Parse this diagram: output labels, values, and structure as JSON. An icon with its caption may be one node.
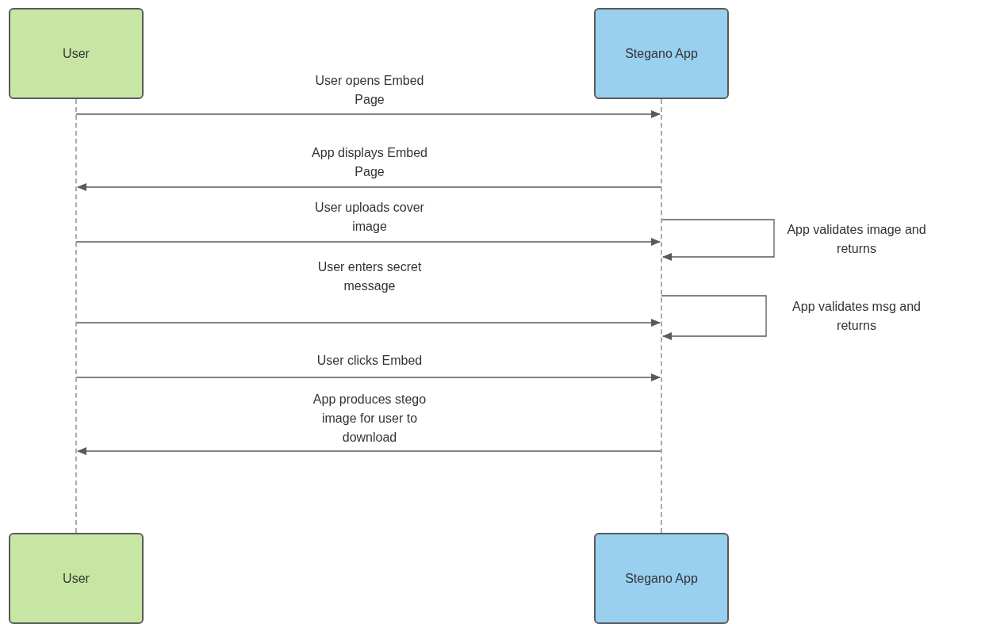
{
  "diagram": {
    "nodes": [
      {
        "text": [
          "User"
        ]
      },
      {
        "text": [
          "Stegano App"
        ]
      },
      {
        "text": [
          "User"
        ]
      },
      {
        "text": [
          "Stegano App"
        ]
      },
      {
        "text": [],
        "shape": "line"
      },
      {
        "text": [],
        "shape": "line"
      }
    ],
    "edges": [
      {
        "from": 4,
        "to": 5,
        "arrow": "to",
        "label": "User opens Embed Page"
      },
      {
        "from": 5,
        "to": 4,
        "arrow": "to",
        "label": "App displays Embed Page"
      },
      {
        "from": 4,
        "to": 5,
        "arrow": "to",
        "label": "User uploads cover image"
      },
      {
        "from": 5,
        "to": 5,
        "arrow": "to",
        "label": "App validates image and returns"
      },
      {
        "from": 4,
        "to": 5,
        "arrow": "to",
        "label": "User enters secret message"
      },
      {
        "from": 5,
        "to": 5,
        "arrow": "to",
        "label": "App validates msg and returns"
      },
      {
        "from": 4,
        "to": 5,
        "arrow": "to",
        "label": "User clicks Embed"
      },
      {
        "from": 5,
        "to": 4,
        "arrow": "to",
        "label": "App produces stego image for user to download"
      }
    ]
  }
}
